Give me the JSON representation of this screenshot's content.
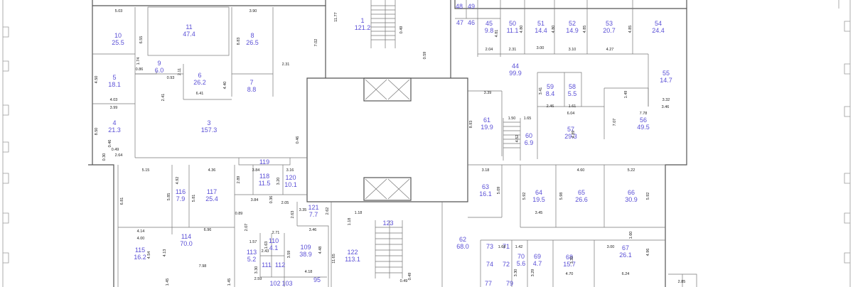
{
  "rooms": [
    {
      "id": "1",
      "area": "121.2"
    },
    {
      "id": "3",
      "area": "157.3"
    },
    {
      "id": "4",
      "area": "21.3"
    },
    {
      "id": "5",
      "area": "18.1"
    },
    {
      "id": "6",
      "area": "26.2"
    },
    {
      "id": "7",
      "area": "8.8"
    },
    {
      "id": "8",
      "area": "26.5"
    },
    {
      "id": "9",
      "area": "6.0"
    },
    {
      "id": "10",
      "area": "25.5"
    },
    {
      "id": "11",
      "area": "47.4"
    },
    {
      "id": "44",
      "area": "99.9"
    },
    {
      "id": "45",
      "area": "9.8"
    },
    {
      "id": "46",
      "area": ""
    },
    {
      "id": "47",
      "area": ""
    },
    {
      "id": "48",
      "area": ""
    },
    {
      "id": "49",
      "area": ""
    },
    {
      "id": "50",
      "area": "11.1"
    },
    {
      "id": "51",
      "area": "14.4"
    },
    {
      "id": "52",
      "area": "14.9"
    },
    {
      "id": "53",
      "area": "20.7"
    },
    {
      "id": "54",
      "area": "24.4"
    },
    {
      "id": "55",
      "area": "14.7"
    },
    {
      "id": "56",
      "area": "49.5"
    },
    {
      "id": "57",
      "area": "29.3"
    },
    {
      "id": "58",
      "area": "5.5"
    },
    {
      "id": "59",
      "area": "8.4"
    },
    {
      "id": "60",
      "area": "6.9"
    },
    {
      "id": "61",
      "area": "19.9"
    },
    {
      "id": "62",
      "area": "68.0"
    },
    {
      "id": "63",
      "area": "16.1"
    },
    {
      "id": "64",
      "area": "19.5"
    },
    {
      "id": "65",
      "area": "26.6"
    },
    {
      "id": "66",
      "area": "30.9"
    },
    {
      "id": "67",
      "area": "26.1"
    },
    {
      "id": "68",
      "area": "15.7"
    },
    {
      "id": "69",
      "area": "4.7"
    },
    {
      "id": "70",
      "area": "5.6"
    },
    {
      "id": "71",
      "area": ""
    },
    {
      "id": "72",
      "area": ""
    },
    {
      "id": "73",
      "area": ""
    },
    {
      "id": "74",
      "area": ""
    },
    {
      "id": "77",
      "area": ""
    },
    {
      "id": "79",
      "area": ""
    },
    {
      "id": "95",
      "area": ""
    },
    {
      "id": "102",
      "area": ""
    },
    {
      "id": "103",
      "area": ""
    },
    {
      "id": "109",
      "area": "38.9"
    },
    {
      "id": "110",
      "area": "4.1"
    },
    {
      "id": "111",
      "area": ""
    },
    {
      "id": "112",
      "area": ""
    },
    {
      "id": "113",
      "area": "5.2"
    },
    {
      "id": "114",
      "area": "70.0"
    },
    {
      "id": "115",
      "area": "16.2"
    },
    {
      "id": "116",
      "area": "7.9"
    },
    {
      "id": "117",
      "area": "25.4"
    },
    {
      "id": "118",
      "area": "11.5"
    },
    {
      "id": "119",
      "area": ""
    },
    {
      "id": "120",
      "area": "10.1"
    },
    {
      "id": "121",
      "area": "7.7"
    },
    {
      "id": "122",
      "area": "113.1"
    },
    {
      "id": "123",
      "area": ""
    }
  ],
  "dimensions": [
    "5.03",
    "3.90",
    "11.77",
    "6.55",
    "1.74",
    "0.86",
    "2.11",
    "0.93",
    "6.41",
    "2.41",
    "4.40",
    "4.03",
    "3.99",
    "4.50",
    "8.50",
    "0.46",
    "0.49",
    "0.30",
    "2.64",
    "8.83",
    "7.02",
    "2.31",
    "0.49",
    "0.59",
    "0.46",
    "5.15",
    "4.92",
    "4.36",
    "2.89",
    "3.84",
    "3.16",
    "3.20",
    "0.36",
    "5.85",
    "5.81",
    "6.81",
    "3.84",
    "2.05",
    "0.89",
    "2.07",
    "2.63",
    "3.35",
    "2.62",
    "1.18",
    "1.18",
    "4.14",
    "4.00",
    "6.96",
    "4.54",
    "4.13",
    "7.98",
    "1.57",
    "1.63",
    "2.71",
    "2.43",
    "3.59",
    "3.46",
    "4.48",
    "11.65",
    "4.18",
    "3.30",
    "2.59",
    "1.45",
    "1.45",
    "0.49",
    "0.49",
    "4.81",
    "4.80",
    "4.80",
    "4.85",
    "4.85",
    "2.04",
    "2.31",
    "3.00",
    "3.10",
    "4.27",
    "3.39",
    "3.41",
    "1.49",
    "3.32",
    "3.46",
    "2.46",
    "1.61",
    "6.04",
    "7.78",
    "8.93",
    "1.50",
    "1.65",
    "4.52",
    "7.07",
    "4.89",
    "3.18",
    "5.09",
    "4.60",
    "5.22",
    "5.92",
    "5.98",
    "5.92",
    "3.45",
    "1.60",
    "1.68",
    "1.42",
    "3.30",
    "3.29",
    "3.35",
    "4.70",
    "3.00",
    "6.24",
    "4.96",
    "2.85"
  ]
}
